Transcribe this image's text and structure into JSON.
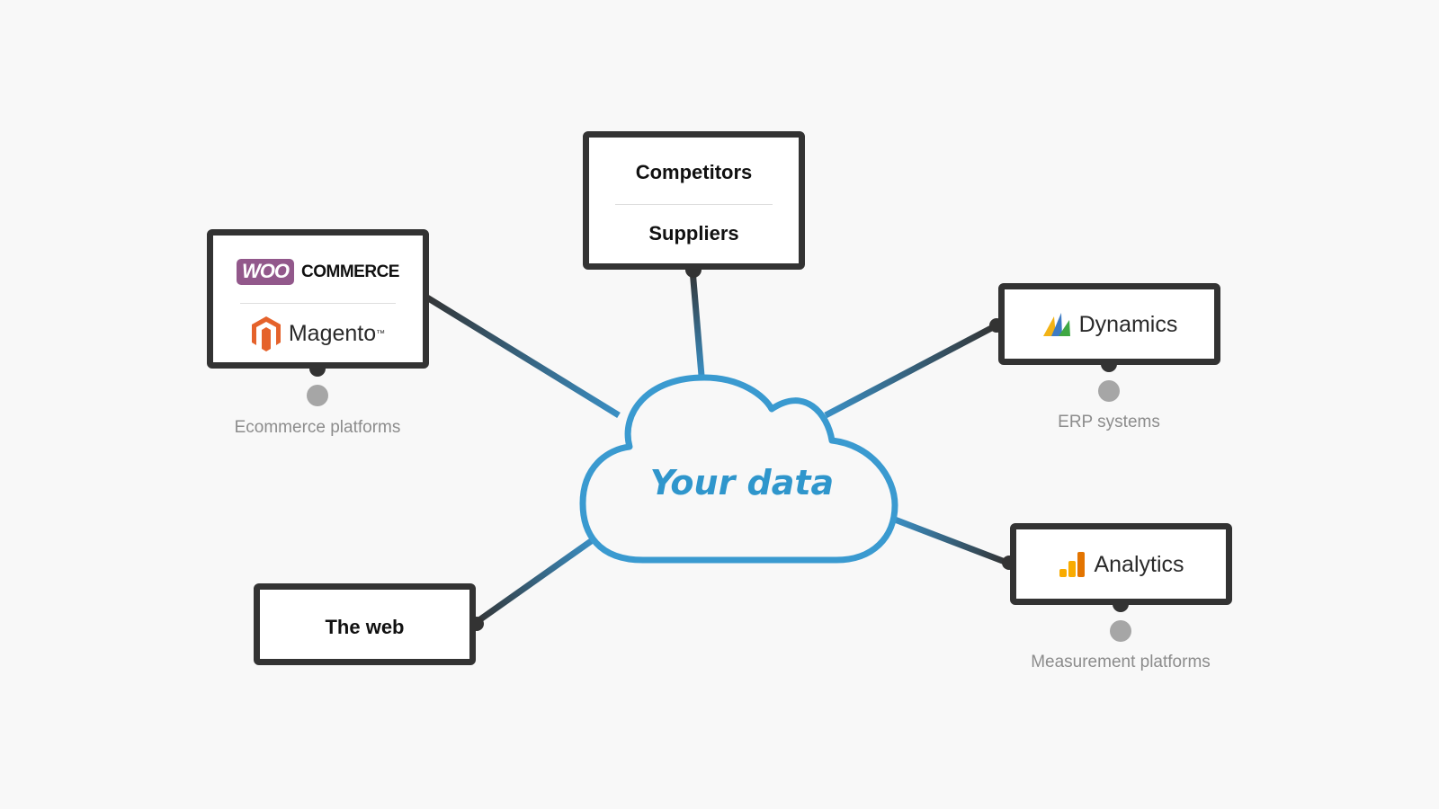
{
  "center": {
    "label": "Your data"
  },
  "nodes": {
    "competitors": {
      "label": "Competitors"
    },
    "suppliers": {
      "label": "Suppliers"
    },
    "woocommerce": {
      "badge": "WOO",
      "text": "COMMERCE"
    },
    "magento": {
      "text": "Magento",
      "mark": "™"
    },
    "dynamics": {
      "text": "Dynamics"
    },
    "analytics": {
      "text": "Analytics"
    },
    "the_web": {
      "label": "The web"
    }
  },
  "captions": {
    "ecommerce": "Ecommerce platforms",
    "erp": "ERP systems",
    "measurement": "Measurement platforms"
  },
  "colors": {
    "background": "#f8f8f8",
    "box_border": "#333333",
    "cloud_stroke": "#3a9ad0",
    "center_text": "#2f96cc",
    "woo_purple": "#92588b",
    "magento_orange": "#e5622b",
    "caption_gray": "#8c8c8c",
    "dot_gray": "#a6a6a6"
  },
  "icons": [
    "woocommerce-logo",
    "magento-logo-icon",
    "dynamics-logo-icon",
    "analytics-logo-icon",
    "cloud-icon"
  ]
}
